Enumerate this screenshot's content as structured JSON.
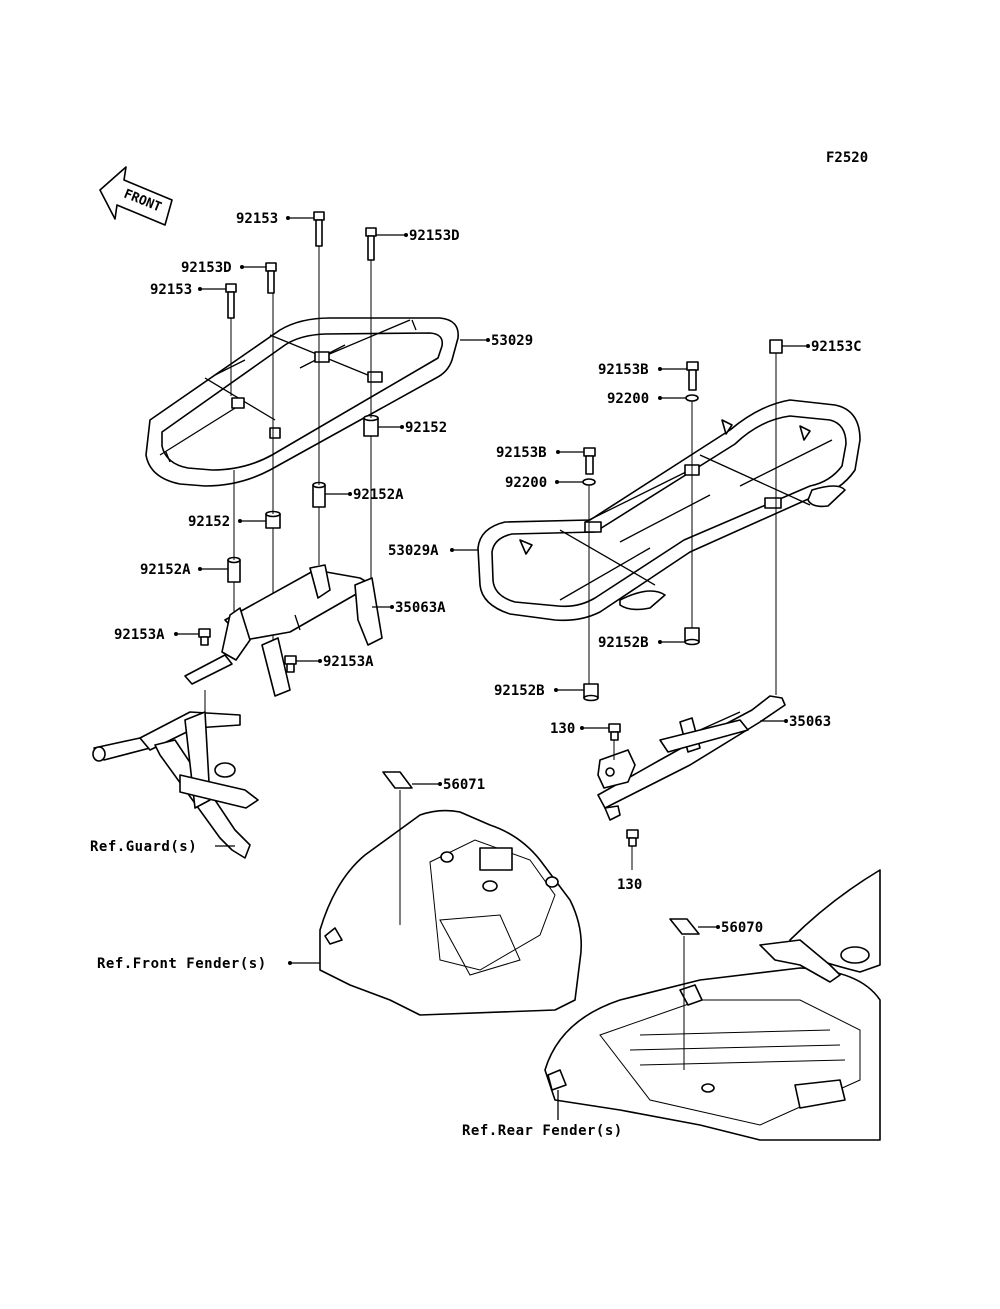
{
  "diagram": {
    "code": "F2520",
    "front_arrow_text": "FRONT",
    "labels": {
      "p92153_top": "92153",
      "p92153d_right": "92153D",
      "p92153d_left": "92153D",
      "p92153_left": "92153",
      "p53029": "53029",
      "p92152_right": "92152",
      "p92152a_mid": "92152A",
      "p92152_left": "92152",
      "p92152a_left": "92152A",
      "p35063a": "35063A",
      "p92153a_left": "92153A",
      "p92153a_right": "92153A",
      "p92153c": "92153C",
      "p92153b_upper": "92153B",
      "p92200_upper": "92200",
      "p92153b_lower": "92153B",
      "p92200_lower": "92200",
      "p53029a": "53029A",
      "p92152b_upper": "92152B",
      "p92152b_lower": "92152B",
      "p35063": "35063",
      "p130_upper": "130",
      "p130_lower": "130",
      "p56071": "56071",
      "p56070": "56070"
    },
    "refs": {
      "guard": "Ref.Guard(s)",
      "front_fender": "Ref.Front Fender(s)",
      "rear_fender": "Ref.Rear Fender(s)"
    }
  }
}
